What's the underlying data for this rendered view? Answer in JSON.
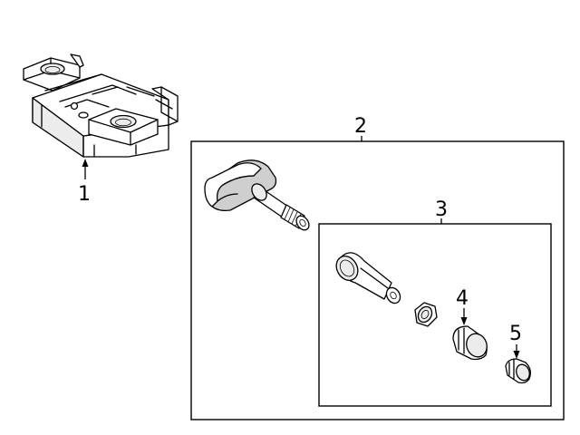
{
  "callouts": {
    "c1": "1",
    "c2": "2",
    "c3": "3",
    "c4": "4",
    "c5": "5"
  },
  "colors": {
    "line": "#000000",
    "background": "#ffffff",
    "shade_light": "#ececec",
    "shade_dark": "#cfcfcf"
  }
}
